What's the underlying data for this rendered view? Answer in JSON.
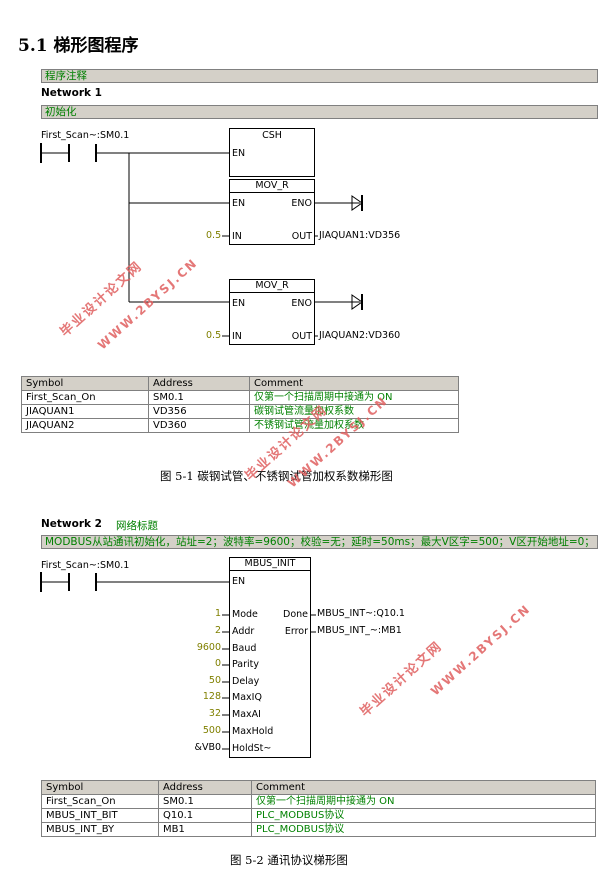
{
  "section_title": "5.1 梯形图程序",
  "program_comment_label": "程序注释",
  "network1": {
    "label": "Network 1",
    "comment": "初始化",
    "contact": "First_Scan~:SM0.1",
    "csh": {
      "title": "CSH",
      "en": "EN"
    },
    "mov1": {
      "title": "MOV_R",
      "en": "EN",
      "eno": "ENO",
      "in": "IN",
      "out": "OUT",
      "in_val": "0.5",
      "out_val": "JIAQUAN1:VD356"
    },
    "mov2": {
      "title": "MOV_R",
      "en": "EN",
      "eno": "ENO",
      "in": "IN",
      "out": "OUT",
      "in_val": "0.5",
      "out_val": "JIAQUAN2:VD360"
    }
  },
  "table1": {
    "headers": [
      "Symbol",
      "Address",
      "Comment"
    ],
    "rows": [
      [
        "First_Scan_On",
        "SM0.1",
        "仅第一个扫描周期中接通为 ON"
      ],
      [
        "JIAQUAN1",
        "VD356",
        "碳钢试管流量加权系数"
      ],
      [
        "JIAQUAN2",
        "VD360",
        "不锈钢试管流量加权系数"
      ]
    ]
  },
  "caption1": "图 5-1  碳钢试管、不锈钢试管加权系数梯形图",
  "network2": {
    "label": "Network 2",
    "title": "网络标题",
    "comment": "MODBUS从站通讯初始化，站址=2；波特率=9600；校验=无；延时=50ms；最大V区字=500；V区开始地址=0；",
    "contact": "First_Scan~:SM0.1",
    "block_title": "MBUS_INIT",
    "en": "EN",
    "inputs": [
      {
        "value": "1",
        "pin": "Mode"
      },
      {
        "value": "2",
        "pin": "Addr"
      },
      {
        "value": "9600",
        "pin": "Baud"
      },
      {
        "value": "0",
        "pin": "Parity"
      },
      {
        "value": "50",
        "pin": "Delay"
      },
      {
        "value": "128",
        "pin": "MaxIQ"
      },
      {
        "value": "32",
        "pin": "MaxAI"
      },
      {
        "value": "500",
        "pin": "MaxHold"
      },
      {
        "value": "&VB0",
        "pin": "HoldSt~"
      }
    ],
    "outputs": [
      {
        "pin": "Done",
        "value": "MBUS_INT~:Q10.1"
      },
      {
        "pin": "Error",
        "value": "MBUS_INT_~:MB1"
      }
    ]
  },
  "table2": {
    "headers": [
      "Symbol",
      "Address",
      "Comment"
    ],
    "rows": [
      [
        "First_Scan_On",
        "SM0.1",
        "仅第一个扫描周期中接通为 ON"
      ],
      [
        "MBUS_INT_BIT",
        "Q10.1",
        "PLC_MODBUS协议"
      ],
      [
        "MBUS_INT_BY",
        "MB1",
        "PLC_MODBUS协议"
      ]
    ]
  },
  "caption2": "图 5-2 通讯协议梯形图",
  "watermarks": [
    "毕业设计论文网",
    "WWW.2BYSJ.CN"
  ]
}
